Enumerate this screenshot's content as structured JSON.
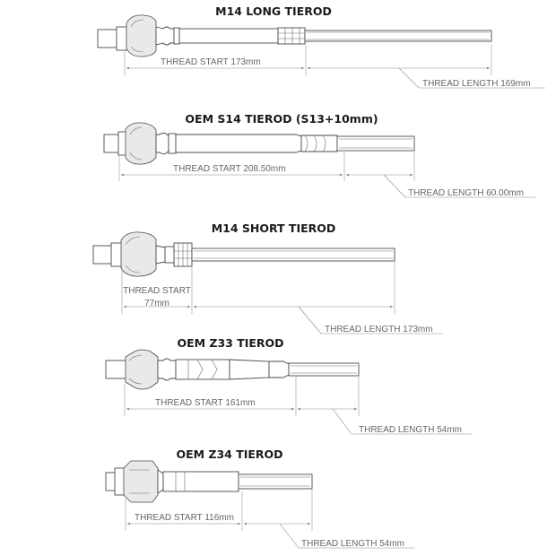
{
  "tierods": [
    {
      "title": "M14 LONG TIEROD",
      "thread_start": "THREAD START 173mm",
      "thread_length": "THREAD LENGTH 169mm"
    },
    {
      "title": "OEM S14 TIEROD (S13+10mm)",
      "thread_start": "THREAD START 208.50mm",
      "thread_length": "THREAD LENGTH 60.00mm"
    },
    {
      "title": "M14 SHORT TIEROD",
      "thread_start_line1": "THREAD START",
      "thread_start_line2": "77mm",
      "thread_length": "THREAD LENGTH 173mm"
    },
    {
      "title": "OEM Z33 TIEROD",
      "thread_start": "THREAD START 161mm",
      "thread_length": "THREAD LENGTH 54mm"
    },
    {
      "title": "OEM Z34 TIEROD",
      "thread_start": "THREAD START 116mm",
      "thread_length": "THREAD LENGTH 54mm"
    }
  ]
}
